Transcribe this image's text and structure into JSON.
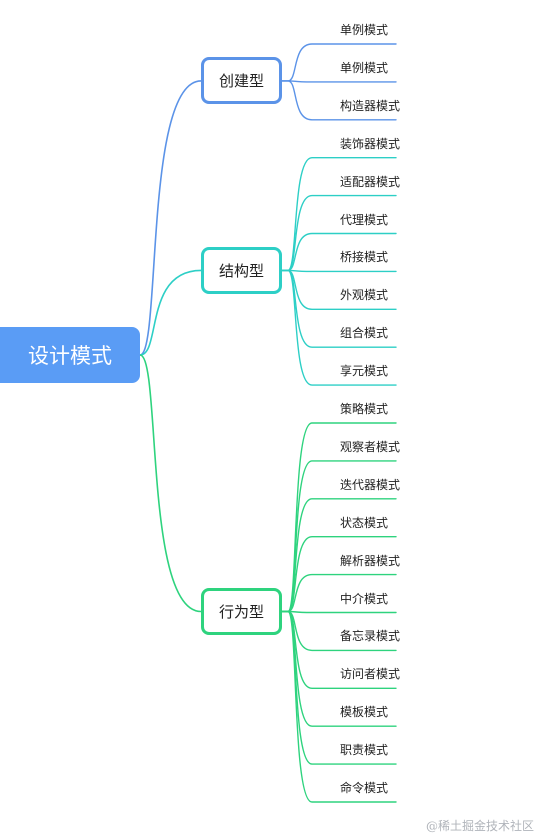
{
  "root": {
    "label": "设计模式",
    "color": "#5a9cf5"
  },
  "categories": [
    {
      "label": "创建型",
      "color": "#5b93e8",
      "leaves": [
        "单例模式",
        "单例模式",
        "构造器模式"
      ]
    },
    {
      "label": "结构型",
      "color": "#2dcfc6",
      "leaves": [
        "装饰器模式",
        "适配器模式",
        "代理模式",
        "桥接模式",
        "外观模式",
        "组合模式",
        "享元模式"
      ]
    },
    {
      "label": "行为型",
      "color": "#2ed37e",
      "leaves": [
        "策略模式",
        "观察者模式",
        "迭代器模式",
        "状态模式",
        "解析器模式",
        "中介模式",
        "备忘录模式",
        "访问者模式",
        "模板模式",
        "职责模式",
        "命令模式"
      ]
    }
  ],
  "watermark": "@稀土掘金技术社区"
}
